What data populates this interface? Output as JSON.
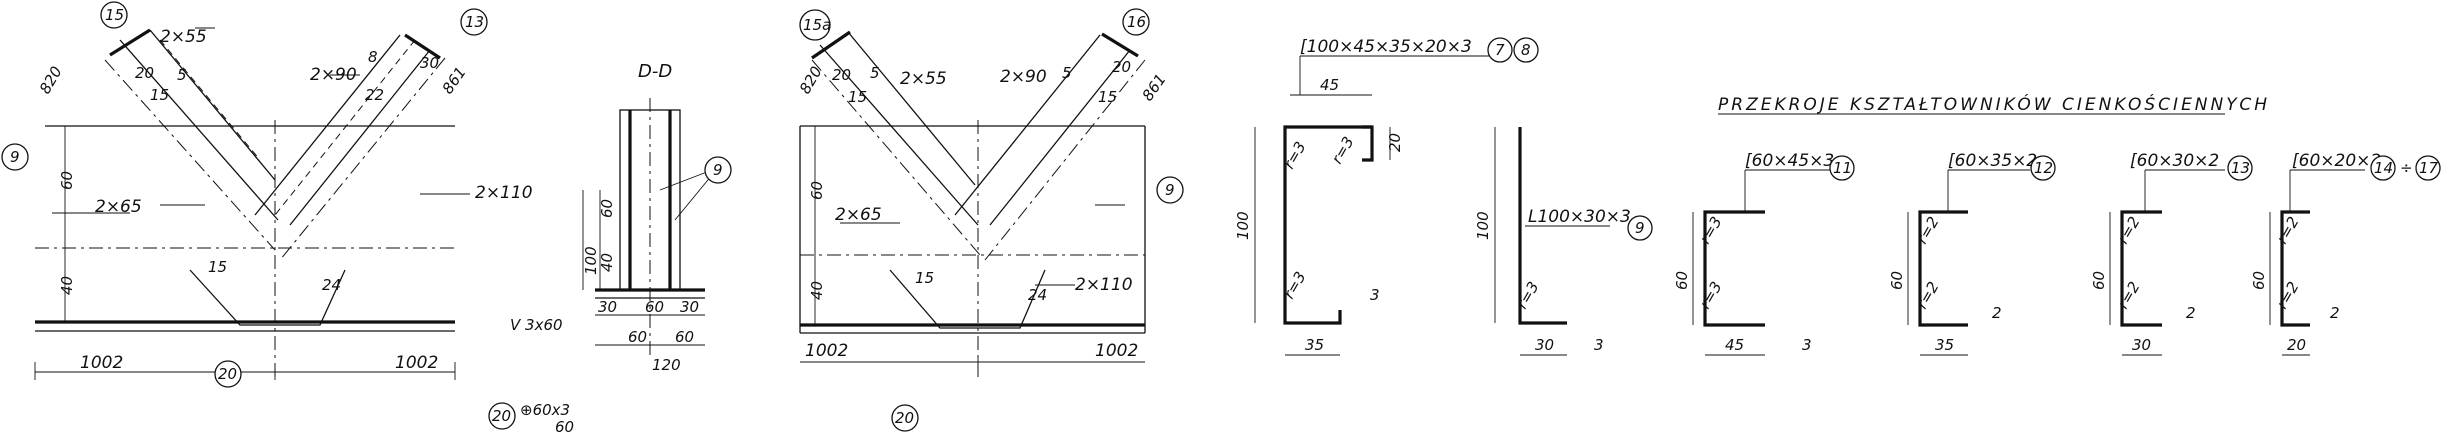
{
  "weld_d_d": {
    "title": "D-D",
    "dims": {
      "h100": "100",
      "h60": "60",
      "h40": "40",
      "b30a": "30",
      "b60a": "60",
      "b60b": "60",
      "b60c": "60",
      "b30b": "30",
      "b120": "120"
    },
    "weld_v": "V 3x60",
    "marker_9": "9",
    "marker_20": "20",
    "plate_label": "⊕60x3",
    "plate_60": "60"
  },
  "node_1": {
    "welds": {
      "w1": "2×55",
      "w2": "2×90",
      "w3": "2×110",
      "w4": "2×65"
    },
    "dims": {
      "d820": "820",
      "d861": "861",
      "d20": "20",
      "d15": "15",
      "d5": "5",
      "d30": "30",
      "d22": "22",
      "d8": "8",
      "d60": "60",
      "d40": "40",
      "d15b": "15",
      "d24": "24",
      "d1002a": "1002",
      "d1002b": "1002"
    },
    "markers": {
      "m15": "15",
      "m13": "13",
      "m9": "9",
      "m20": "20"
    }
  },
  "node_2": {
    "welds": {
      "w1": "2×55",
      "w2": "2×90",
      "w3": "2×65",
      "w4": "2×110"
    },
    "dims": {
      "d820": "820",
      "d861": "861",
      "d20a": "20",
      "d15a": "15",
      "d5a": "5",
      "d5b": "5",
      "d20b": "20",
      "d15b": "15",
      "d60": "60",
      "d40": "40",
      "d15c": "15",
      "d24": "24",
      "d1002a": "1002",
      "d1002b": "1002"
    },
    "markers": {
      "m15a": "15a",
      "m16": "16",
      "m9": "9",
      "m20": "20"
    }
  },
  "section_c100": {
    "label": "[100×45×35×20×3",
    "markers": {
      "m7": "7",
      "m8": "8"
    },
    "dims": {
      "d45": "45",
      "d20": "20",
      "d100": "100",
      "d35": "35",
      "d3": "3",
      "r1": "r=3",
      "r2": "r=3",
      "r3": "r=3"
    }
  },
  "section_l100": {
    "label": "L100×30×3",
    "marker": "9",
    "dims": {
      "d100": "100",
      "d30": "30",
      "d3": "3",
      "r": "r=3"
    }
  },
  "sections_title": "PRZEKROJE KSZTAŁTOWNIKÓW CIENKOŚCIENNYCH",
  "sections": [
    {
      "label": "[60×45×3",
      "marker": "11",
      "d60": "60",
      "dw": "45",
      "dt": "3",
      "r1": "r=3",
      "r2": "r=3"
    },
    {
      "label": "[60×35×2",
      "marker": "12",
      "d60": "60",
      "dw": "35",
      "dt": "2",
      "r1": "r=2",
      "r2": "r=2"
    },
    {
      "label": "[60×30×2",
      "marker": "13",
      "d60": "60",
      "dw": "30",
      "dt": "2",
      "r1": "r=2",
      "r2": "r=2"
    },
    {
      "label": "[60×20×2",
      "marker": "14",
      "marker2": "17",
      "sep": "÷",
      "d60": "60",
      "dw": "20",
      "dt": "2",
      "r1": "r=2",
      "r2": "r=2"
    }
  ]
}
